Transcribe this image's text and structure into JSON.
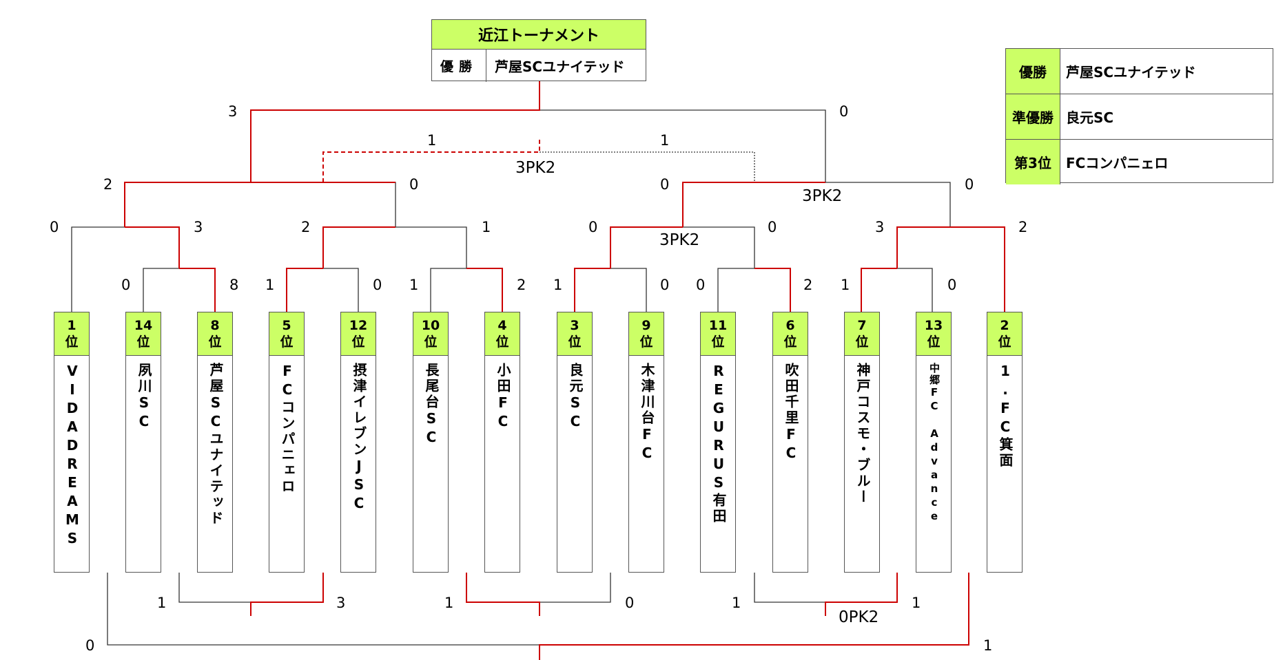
{
  "tournament": {
    "title": "近江トーナメント",
    "winner_label": "優勝",
    "winner": "芦屋SCユナイテッド"
  },
  "results": [
    {
      "label": "優勝",
      "team": "芦屋SCユナイテッド"
    },
    {
      "label": "準優勝",
      "team": "良元SC"
    },
    {
      "label": "第3位",
      "team": "FCコンパニェロ"
    }
  ],
  "teams": [
    {
      "rank": "1",
      "suffix": "位",
      "name": "VIDADREAMS"
    },
    {
      "rank": "14",
      "suffix": "位",
      "name": "夙川SC"
    },
    {
      "rank": "8",
      "suffix": "位",
      "name": "芦屋SCユナイテッド"
    },
    {
      "rank": "5",
      "suffix": "位",
      "name": "FCコンパニェロ"
    },
    {
      "rank": "12",
      "suffix": "位",
      "name": "摂津イレブンJSC"
    },
    {
      "rank": "10",
      "suffix": "位",
      "name": "長尾台SC"
    },
    {
      "rank": "4",
      "suffix": "位",
      "name": "小田FC"
    },
    {
      "rank": "3",
      "suffix": "位",
      "name": "良元SC"
    },
    {
      "rank": "9",
      "suffix": "位",
      "name": "木津川台FC"
    },
    {
      "rank": "11",
      "suffix": "位",
      "name": "REGURUS有田"
    },
    {
      "rank": "6",
      "suffix": "位",
      "name": "吹田千里FC"
    },
    {
      "rank": "7",
      "suffix": "位",
      "name": "神戸コスモ・ブルー"
    },
    {
      "rank": "13",
      "suffix": "位",
      "name": "中郷FC Advance"
    },
    {
      "rank": "2",
      "suffix": "位",
      "name": "1.FC箕面"
    }
  ],
  "scores": {
    "final_left": "3",
    "final_right": "0",
    "third_left": "1",
    "third_right": "1",
    "third_pk": "3PK2",
    "sf_left_a": "2",
    "sf_left_b": "0",
    "sf_right_a": "0",
    "sf_right_b": "0",
    "sf_right_pk": "3PK2",
    "qf1_a": "0",
    "qf1_b": "3",
    "qf2_a": "2",
    "qf2_b": "1",
    "qf3_a": "0",
    "qf3_b": "0",
    "qf3_pk": "3PK2",
    "qf4_a": "3",
    "qf4_b": "2",
    "r1_1_a": "0",
    "r1_1_b": "8",
    "r1_2_a": "1",
    "r1_2_b": "0",
    "r1_3_a": "1",
    "r1_3_b": "2",
    "r1_4_a": "1",
    "r1_4_b": "0",
    "r1_5_a": "0",
    "r1_5_b": "2",
    "r1_6_a": "1",
    "r1_6_b": "0",
    "cons1_a": "1",
    "cons1_b": "3",
    "cons2_a": "1",
    "cons2_b": "0",
    "cons3_a": "1",
    "cons3_b": "1",
    "cons3_pk": "0PK2",
    "cons4_a": "0",
    "cons4_b": "1"
  },
  "colors": {
    "winner_line": "#cc0000",
    "loser_line": "#333333",
    "highlight": "#ccff66"
  }
}
